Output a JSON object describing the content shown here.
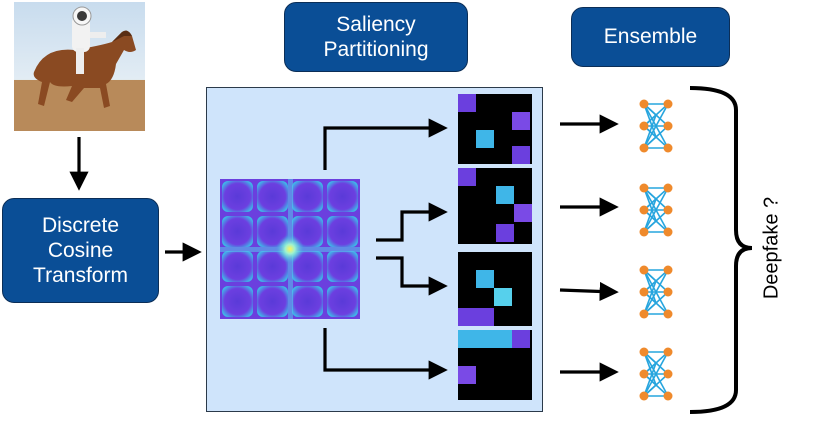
{
  "input_image": {
    "name": "astronaut riding horse"
  },
  "dct": {
    "line1": "Discrete",
    "line2": "Cosine",
    "line3": "Transform"
  },
  "saliency": {
    "line1": "Saliency",
    "line2": "Partitioning"
  },
  "ensemble": {
    "label": "Ensemble"
  },
  "output": {
    "label": "Deepfake ?"
  },
  "icons": {
    "network": "neural-network-icon",
    "arrow": "arrow-right-icon",
    "brace": "right-brace-icon"
  },
  "colors": {
    "box_fill": "#0a4e96",
    "panel_fill": "#cfe4fb",
    "node_color": "#ef8a2c",
    "edge_color": "#27a5de"
  }
}
